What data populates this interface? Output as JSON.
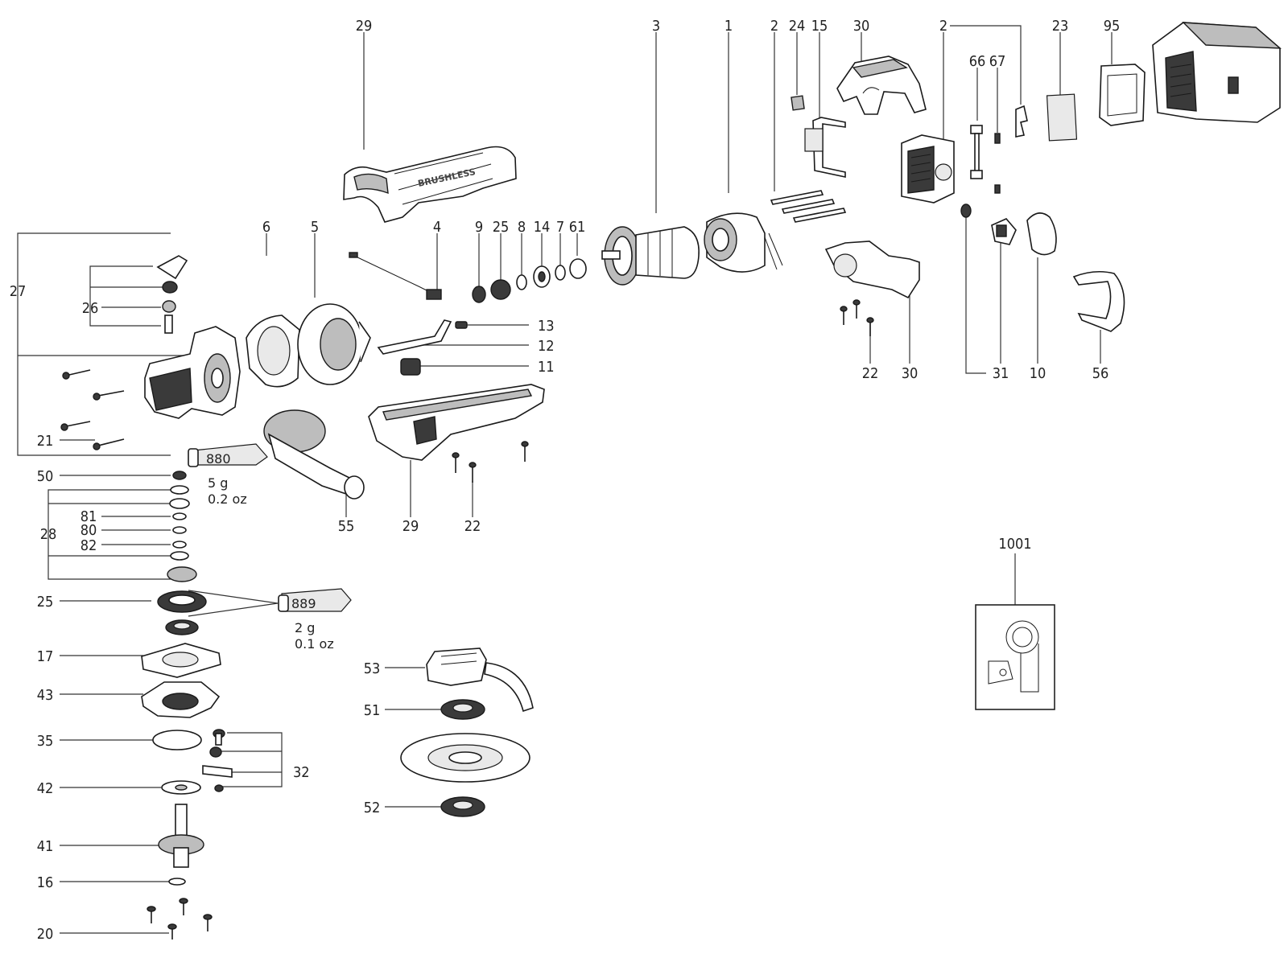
{
  "labels": {
    "l29a": "29",
    "l3": "3",
    "l1": "1",
    "l2a": "2",
    "l24": "24",
    "l15": "15",
    "l30a": "30",
    "l2b": "2",
    "l23": "23",
    "l95": "95",
    "l66": "66",
    "l67": "67",
    "l27": "27",
    "l26": "26",
    "l6": "6",
    "l5": "5",
    "l4": "4",
    "l9": "9",
    "l25a": "25",
    "l8": "8",
    "l14": "14",
    "l7": "7",
    "l61": "61",
    "l13": "13",
    "l12": "12",
    "l11": "11",
    "l22a": "22",
    "l30b": "30",
    "l31": "31",
    "l10": "10",
    "l56": "56",
    "l21": "21",
    "l50": "50",
    "l28": "28",
    "l81": "81",
    "l80": "80",
    "l82": "82",
    "l55": "55",
    "l29b": "29",
    "l22b": "22",
    "l25b": "25",
    "l17": "17",
    "l43": "43",
    "l35": "35",
    "l32": "32",
    "l42": "42",
    "l41": "41",
    "l16": "16",
    "l20": "20",
    "l53": "53",
    "l51": "51",
    "l52": "52",
    "l1001": "1001"
  },
  "grease_880": {
    "code": "880",
    "amount": "5 g",
    "amount_oz": "0.2 oz"
  },
  "grease_889": {
    "code": "889",
    "amount": "2 g",
    "amount_oz": "0.1 oz"
  },
  "housing_text": "BRUSHLESS"
}
